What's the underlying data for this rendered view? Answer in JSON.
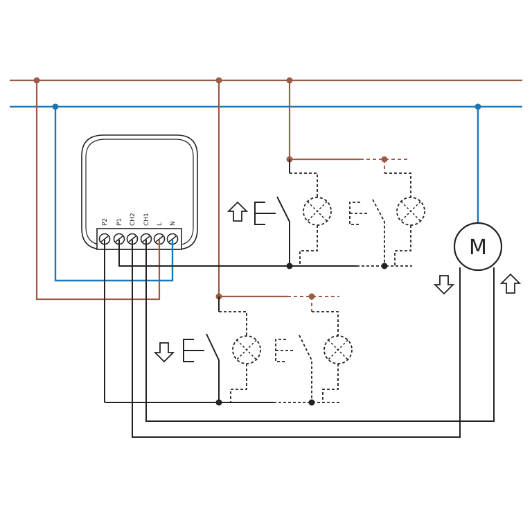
{
  "module": {
    "terminals": [
      {
        "id": "p2",
        "label": "P2"
      },
      {
        "id": "p1",
        "label": "P1"
      },
      {
        "id": "ch2",
        "label": "CH2"
      },
      {
        "id": "ch1",
        "label": "CH1"
      },
      {
        "id": "l",
        "label": "L"
      },
      {
        "id": "n",
        "label": "N"
      }
    ]
  },
  "motor": {
    "label": "M"
  },
  "colors": {
    "live": "#9b5b45",
    "neutral": "#1a76b4",
    "control": "#222222",
    "background": "#ffffff"
  },
  "icons": [
    "up-arrow-icon",
    "down-arrow-icon",
    "switch-icon",
    "lamp-icon",
    "motor-icon"
  ]
}
